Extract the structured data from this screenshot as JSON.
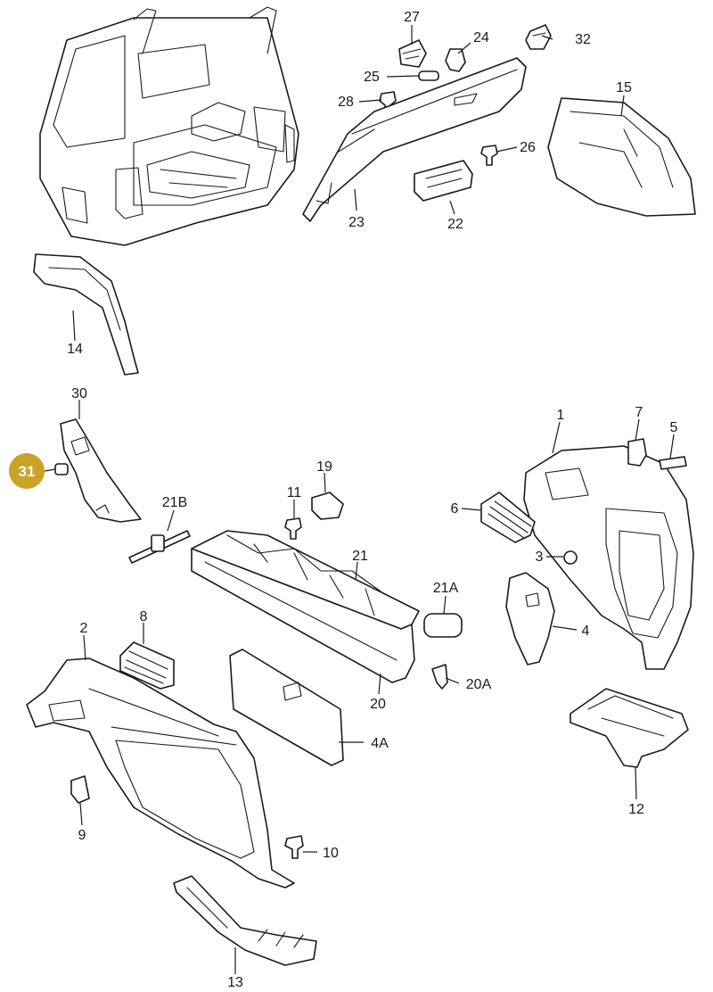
{
  "highlight": {
    "label": "31",
    "color": "#c9a227"
  },
  "labels": {
    "p1": "1",
    "p2": "2",
    "p3": "3",
    "p4": "4",
    "p4A": "4A",
    "p5": "5",
    "p6": "6",
    "p7": "7",
    "p8": "8",
    "p9": "9",
    "p10": "10",
    "p11": "11",
    "p12": "12",
    "p13": "13",
    "p14": "14",
    "p15": "15",
    "p19": "19",
    "p20": "20",
    "p20A": "20A",
    "p21": "21",
    "p21A": "21A",
    "p21B": "21B",
    "p22": "22",
    "p23": "23",
    "p24": "24",
    "p25": "25",
    "p26": "26",
    "p27": "27",
    "p28": "28",
    "p30": "30",
    "p32": "32"
  }
}
